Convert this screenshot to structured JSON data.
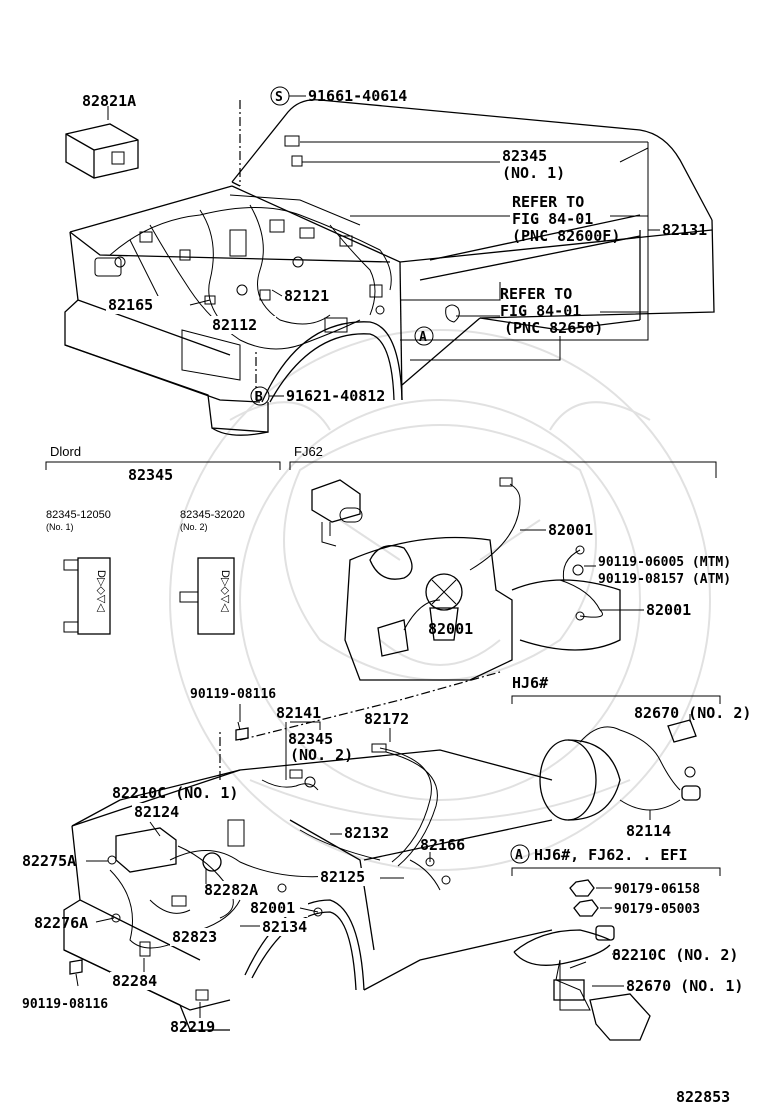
{
  "diagram": {
    "figure_number": "822853",
    "top_section": {
      "labels": {
        "p82821A": "82821A",
        "screw_marker": "S",
        "screw_part": "91661-40614",
        "p82345_no1_a": "82345",
        "p82345_no1_b": "(NO. 1)",
        "refer1_a": "REFER TO",
        "refer1_b": "FIG 84-01",
        "refer1_c": "(PNC 82600F)",
        "p82131": "82131",
        "refer2_a": "REFER TO",
        "refer2_b": "FIG 84-01",
        "refer2_c": "(PNC 82650)",
        "marker_a": "A",
        "p82165": "82165",
        "p82121": "82121",
        "p82112": "82112",
        "bolt_marker": "B",
        "bolt_part": "91621-40812"
      }
    },
    "dlord_section": {
      "heading": "Dlord",
      "group_part": "82345",
      "relay1_part": "82345-12050",
      "relay1_note": "(No. 1)",
      "relay2_part": "82345-32020",
      "relay2_note": "(No. 2)",
      "relay_glyphs": "D▷◇▽◁"
    },
    "fj62_section": {
      "heading": "FJ62",
      "p82001_a": "82001",
      "p82001_b": "82001",
      "p82001_c": "82001",
      "mtm_part": "90119-06005 (MTM)",
      "atm_part": "90119-08157 (ATM)"
    },
    "bottom_section": {
      "labels": {
        "p90119_top": "90119-08116",
        "p82141": "82141",
        "p82345_no2_a": "82345",
        "p82345_no2_b": "(NO. 2)",
        "p82172": "82172",
        "p82210C_no1": "82210C (NO. 1)",
        "p82124": "82124",
        "p82132": "82132",
        "p82166": "82166",
        "p82275A": "82275A",
        "p82282A": "82282A",
        "p82125": "82125",
        "p82001": "82001",
        "p82276A": "82276A",
        "p82134": "82134",
        "p82823": "82823",
        "p82284": "82284",
        "p90119_bottom": "90119-08116",
        "p82219": "82219"
      }
    },
    "hj6_section": {
      "heading": "HJ6#",
      "p82670_no2": "82670 (NO. 2)",
      "p82114": "82114"
    },
    "efi_section": {
      "marker": "A",
      "heading": "HJ6#, FJ62. . EFI",
      "p90179_a": "90179-06158",
      "p90179_b": "90179-05003",
      "p82210C_no2": "82210C (NO. 2)",
      "p82670_no1": "82670 (NO. 1)"
    },
    "icons": [
      "relay-icon",
      "screw-icon",
      "bolt-icon",
      "nut-icon",
      "wire-harness-icon",
      "watermark-logo"
    ]
  }
}
